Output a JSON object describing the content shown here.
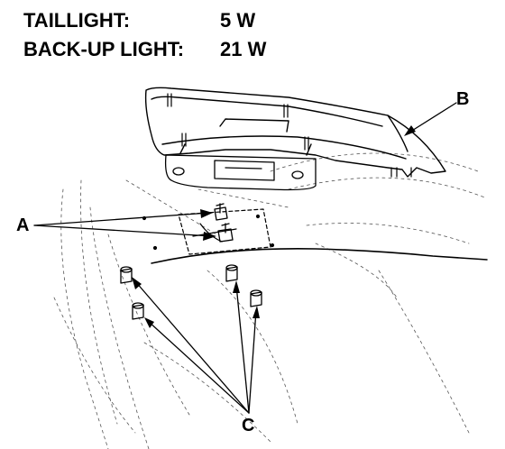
{
  "specs": [
    {
      "label": "TAILLIGHT:",
      "value": "5 W"
    },
    {
      "label": "BACK-UP LIGHT:",
      "value": "21 W"
    }
  ],
  "callouts": {
    "a": "A",
    "b": "B",
    "c": "C"
  },
  "colors": {
    "ink": "#000000",
    "faint": "#555555",
    "background": "#ffffff"
  }
}
